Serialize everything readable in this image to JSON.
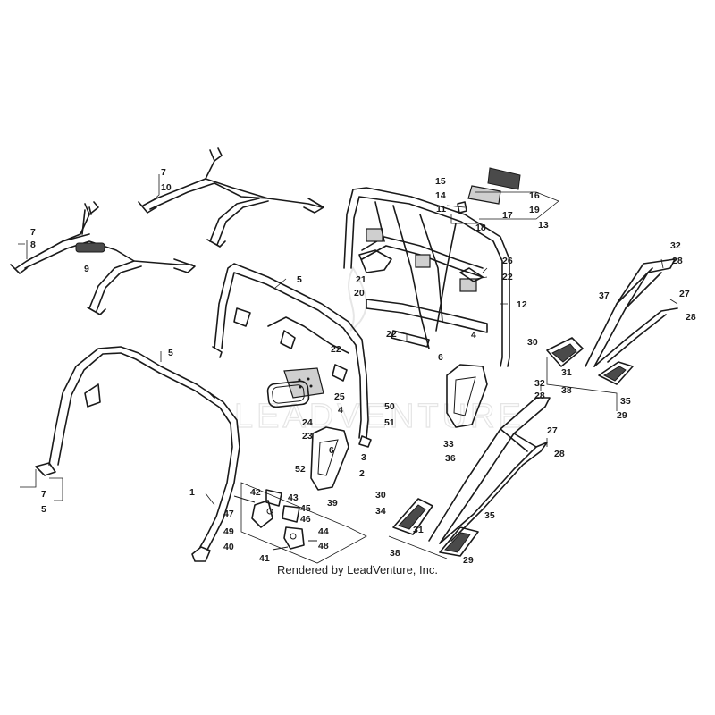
{
  "watermark": "LEADVENTURE",
  "credit": "Rendered by LeadVenture, Inc.",
  "callouts": [
    "1",
    "2",
    "3",
    "4",
    "5",
    "6",
    "7",
    "8",
    "9",
    "10",
    "11",
    "12",
    "13",
    "14",
    "15",
    "16",
    "17",
    "18",
    "19",
    "20",
    "21",
    "22",
    "23",
    "24",
    "25",
    "26",
    "27",
    "28",
    "29",
    "30",
    "31",
    "32",
    "33",
    "34",
    "35",
    "36",
    "37",
    "38",
    "39",
    "40",
    "41",
    "42",
    "43",
    "44",
    "45",
    "46",
    "47",
    "48",
    "49",
    "50",
    "51",
    "52"
  ]
}
